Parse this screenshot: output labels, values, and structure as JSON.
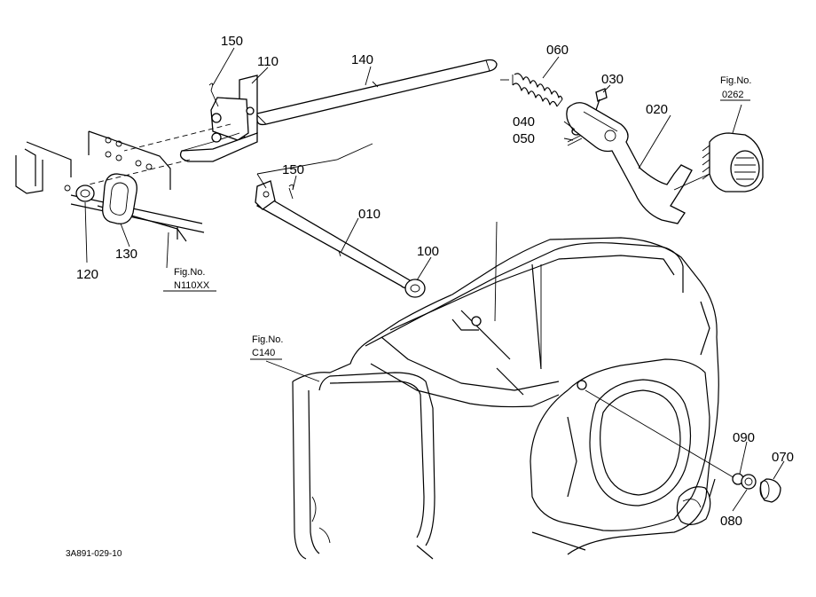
{
  "callouts": {
    "p150a": "150",
    "p110": "110",
    "p140": "140",
    "p060": "060",
    "p030": "030",
    "p040": "040",
    "p050": "050",
    "p020": "020",
    "p150b": "150",
    "p010": "010",
    "p100": "100",
    "p120": "120",
    "p130": "130",
    "p090": "090",
    "p070": "070",
    "p080": "080"
  },
  "figure_refs": {
    "fig_0262": {
      "label": "Fig.No.",
      "number": "0262"
    },
    "fig_n110xx": {
      "label": "Fig.No.",
      "number": "N110XX"
    },
    "fig_c140": {
      "label": "Fig.No.",
      "number": "C140"
    }
  },
  "drawing_code": "3A891-029-10"
}
